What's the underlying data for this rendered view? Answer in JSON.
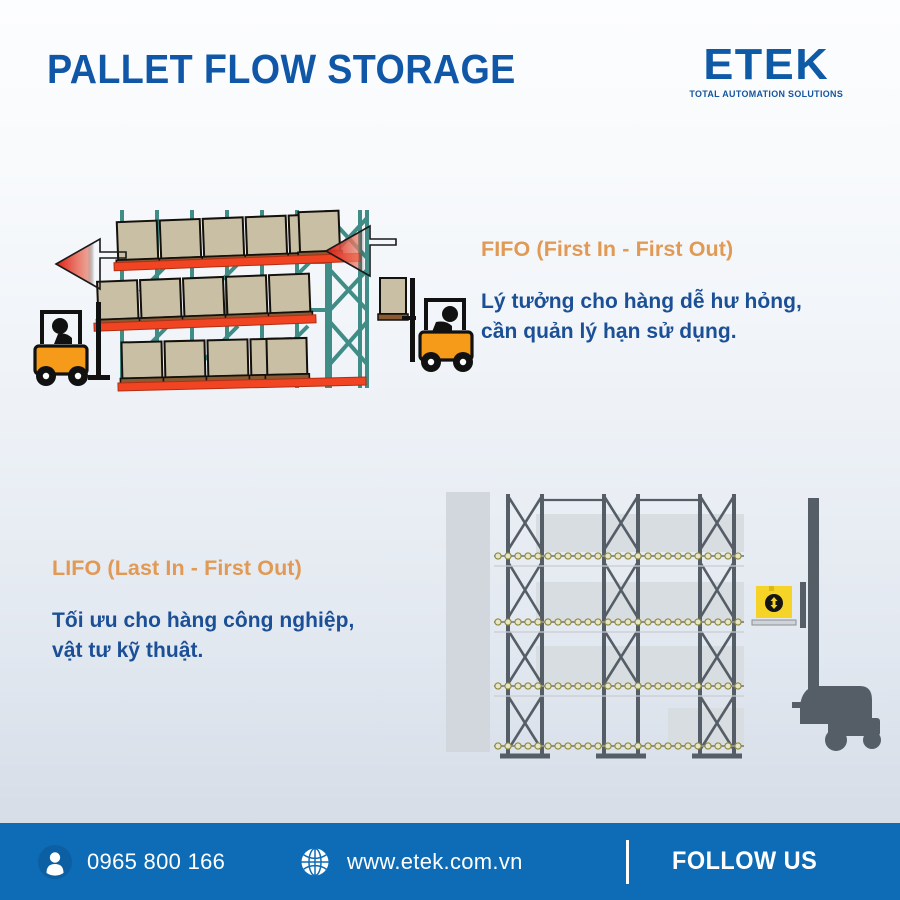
{
  "header": {
    "title": "PALLET FLOW STORAGE",
    "logo_mark": "ETEK",
    "logo_tagline": "TOTAL AUTOMATION SOLUTIONS"
  },
  "fifo": {
    "heading": "FIFO (First In - First Out)",
    "body_line1": "Lý tưởng cho hàng dễ hư hỏng,",
    "body_line2": "cần quản lý hạn sử dụng."
  },
  "lifo": {
    "heading": "LIFO (Last In - First Out)",
    "body_line1": "Tối ưu cho hàng công nghiệp,",
    "body_line2": "vật tư kỹ thuật."
  },
  "footer": {
    "phone": "0965 800 166",
    "website": "www.etek.com.vn",
    "follow": "FOLLOW US"
  },
  "colors": {
    "brand_blue": "#0d6cb5",
    "title_blue": "#1057a8",
    "body_blue": "#1b4f96",
    "accent_orange": "#e19a55",
    "rack_teal": "#3f8d86",
    "beam_red": "#f04423",
    "carton_tan": "#c9bfa4",
    "forklift_orange": "#f59a19",
    "lifo_gray": "#555e66",
    "roller_olive": "#a3a03e",
    "pallet_yellow": "#f5d327"
  },
  "icons": {
    "user": "user-icon",
    "globe": "globe-icon",
    "flow_badge": "flow-arrows-icon"
  }
}
